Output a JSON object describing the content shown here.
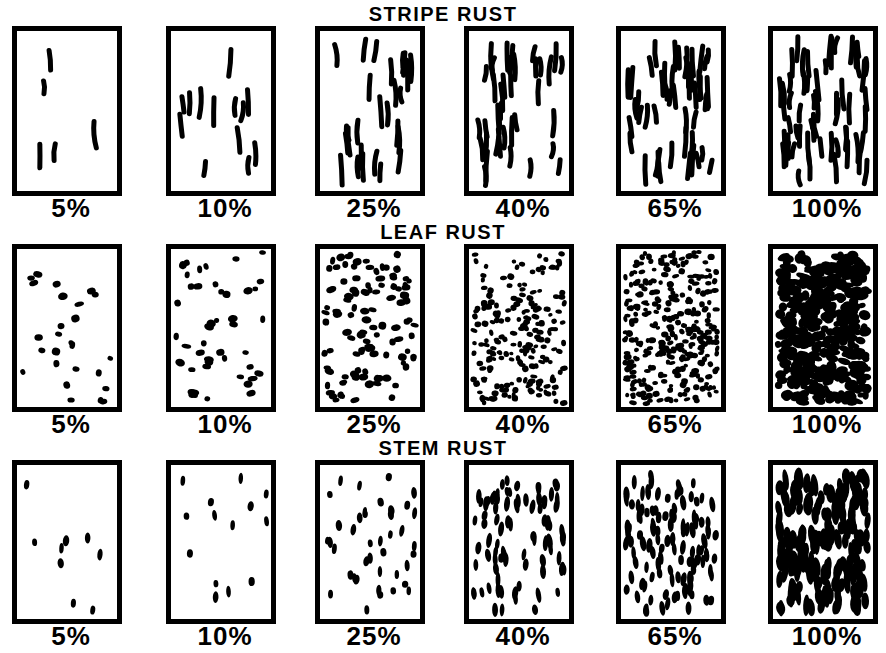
{
  "diagram": {
    "nodes": [
      {
        "text": [
          "5%"
        ]
      },
      {
        "text": [
          "10%"
        ]
      },
      {
        "text": [
          "25%"
        ]
      },
      {
        "text": [
          "40%"
        ]
      },
      {
        "text": [
          "65%"
        ]
      },
      {
        "text": [
          "100%"
        ]
      },
      {
        "text": [
          "5%"
        ]
      },
      {
        "text": [
          "10%"
        ]
      },
      {
        "text": [
          "25%"
        ]
      },
      {
        "text": [
          "40%"
        ]
      },
      {
        "text": [
          "65%"
        ]
      },
      {
        "text": [
          "100%"
        ]
      },
      {
        "text": [
          "5%"
        ]
      },
      {
        "text": [
          "10%"
        ]
      },
      {
        "text": [
          "25%"
        ]
      },
      {
        "text": [
          "40%"
        ]
      },
      {
        "text": [
          "65%"
        ]
      },
      {
        "text": [
          "100%"
        ]
      }
    ],
    "labels": [
      "STRIPE RUST",
      "LEAF RUST",
      "STEM RUST"
    ]
  }
}
